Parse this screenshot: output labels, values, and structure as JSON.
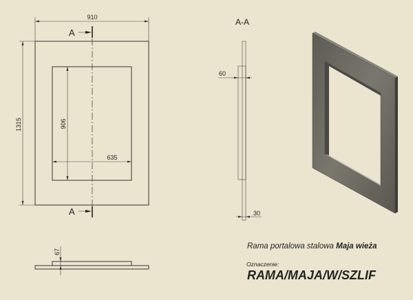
{
  "front_view": {
    "width_dim": "910",
    "height_dim": "1315",
    "opening_height_dim": "906",
    "opening_width_dim": "635",
    "section_mark_top": "A",
    "section_mark_bottom": "A"
  },
  "bottom_view": {
    "depth_dim": "67"
  },
  "section_view": {
    "title": "A-A",
    "collar_dim": "60",
    "plate_dim": "30"
  },
  "title_block": {
    "description_prefix": "Rama portalowa stalowa ",
    "description_bold": "Maja wieża",
    "designation_label": "Oznaczenie:",
    "designation_code": "RAMA/MAJA/W/SZLIF"
  },
  "colors": {
    "background": "#ebe5cf",
    "frame_3d": "#6f6c64"
  }
}
